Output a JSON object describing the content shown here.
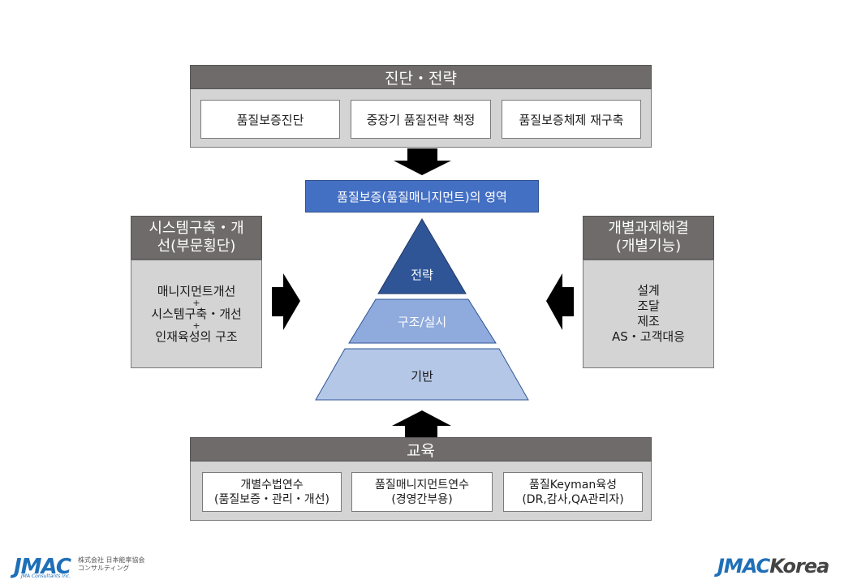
{
  "top": {
    "header": "진단・전략",
    "boxes": [
      "품질보증진단",
      "중장기 품질전략 책정",
      "품질보증체제 재구축"
    ]
  },
  "center": {
    "label": "품질보증(품질매니지먼트)의 영역",
    "pyramid": {
      "top": "전략",
      "middle": "구조/실시",
      "bottom": "기반"
    }
  },
  "left": {
    "header_line1": "시스템구축・개",
    "header_line2": "선(부문횡단)",
    "line1": "매니지먼트개선",
    "plus1": "+",
    "line2": "시스템구축・개선",
    "plus2": "+",
    "line3": "인재육성의 구조"
  },
  "right": {
    "header_line1": "개별과제해결",
    "header_line2": "(개별기능)",
    "items": [
      "설계",
      "조달",
      "제조",
      "AS・고객대응"
    ]
  },
  "bottom": {
    "header": "교육",
    "boxes": [
      {
        "line1": "개별수법연수",
        "line2": "(품질보증・관리・개선)"
      },
      {
        "line1": "품질매니지먼트연수",
        "line2": "(경영간부용)"
      },
      {
        "line1": "품질Keyman육성",
        "line2": "(DR,감사,QA관리자)"
      }
    ]
  },
  "logos": {
    "left_mark": "JMAC",
    "left_sub_line1": "株式会社 日本能率協会",
    "left_sub_line2": "コンサルティング",
    "left_tag": "JMA Consultants Inc.",
    "right_mark_a": "JMAC",
    "right_mark_b": "Korea"
  },
  "colors": {
    "header_gray": "#6f6b6b",
    "panel_gray": "#d4d4d4",
    "center_blue": "#4470c4",
    "pyramid_top": "#2f5597",
    "pyramid_middle": "#8faadc",
    "pyramid_bottom": "#b4c7e7",
    "logo_blue": "#1f6fb8"
  }
}
